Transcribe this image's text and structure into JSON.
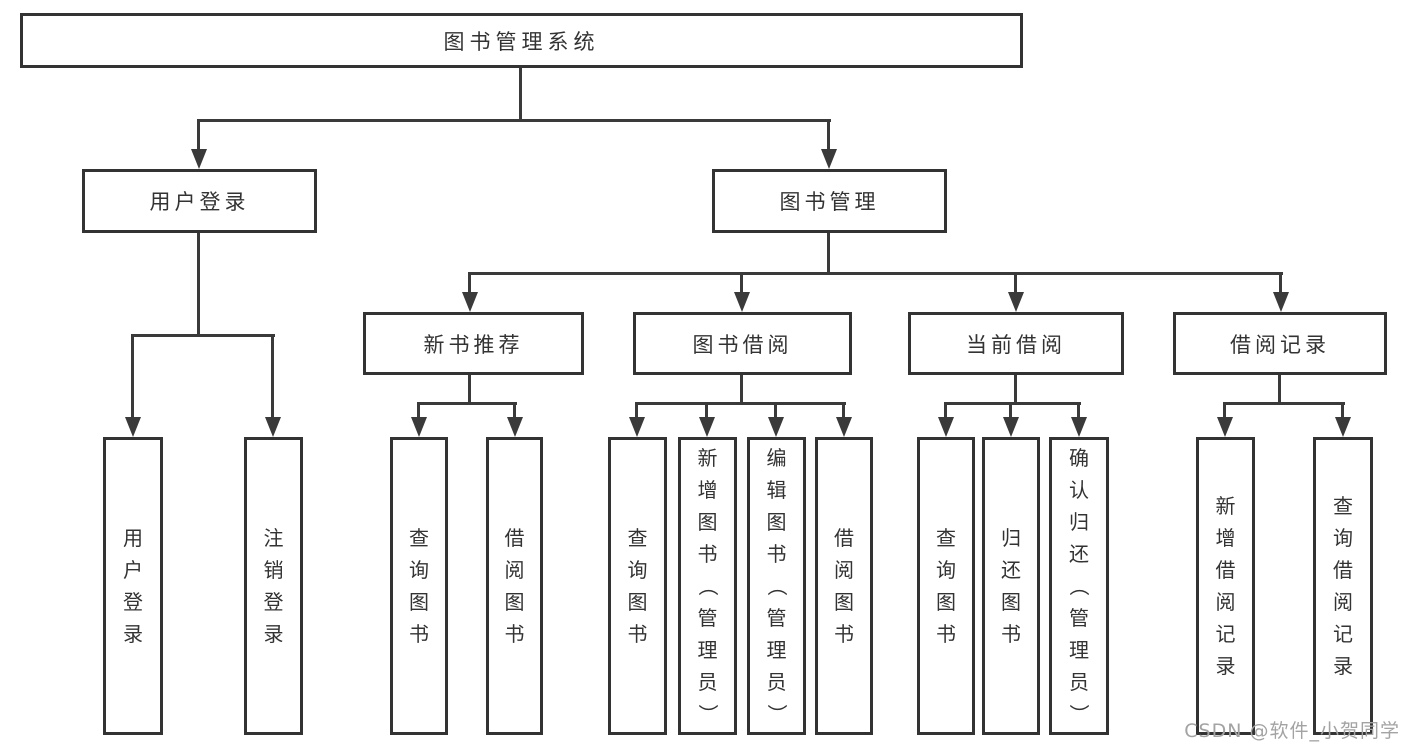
{
  "diagram": {
    "root": {
      "label": "图书管理系统"
    },
    "branches": [
      {
        "label": "用户登录",
        "children": [
          {
            "label": "用户登录"
          },
          {
            "label": "注销登录"
          }
        ]
      },
      {
        "label": "图书管理",
        "children": [
          {
            "label": "新书推荐",
            "children": [
              {
                "label": "查询图书"
              },
              {
                "label": "借阅图书"
              }
            ]
          },
          {
            "label": "图书借阅",
            "children": [
              {
                "label": "查询图书"
              },
              {
                "label": "新增图书（管理员）"
              },
              {
                "label": "编辑图书（管理员）"
              },
              {
                "label": "借阅图书"
              }
            ]
          },
          {
            "label": "当前借阅",
            "children": [
              {
                "label": "查询图书"
              },
              {
                "label": "归还图书"
              },
              {
                "label": "确认归还（管理员）"
              }
            ]
          },
          {
            "label": "借阅记录",
            "children": [
              {
                "label": "新增借阅记录"
              },
              {
                "label": "查询借阅记录"
              }
            ]
          }
        ]
      }
    ]
  },
  "watermark": {
    "text": "CSDN @软件_小贺同学"
  },
  "colors": {
    "line": "#3a3a3a",
    "box_border": "#333333",
    "text": "#333333",
    "background": "#ffffff",
    "watermark": "#a3a3a3"
  }
}
